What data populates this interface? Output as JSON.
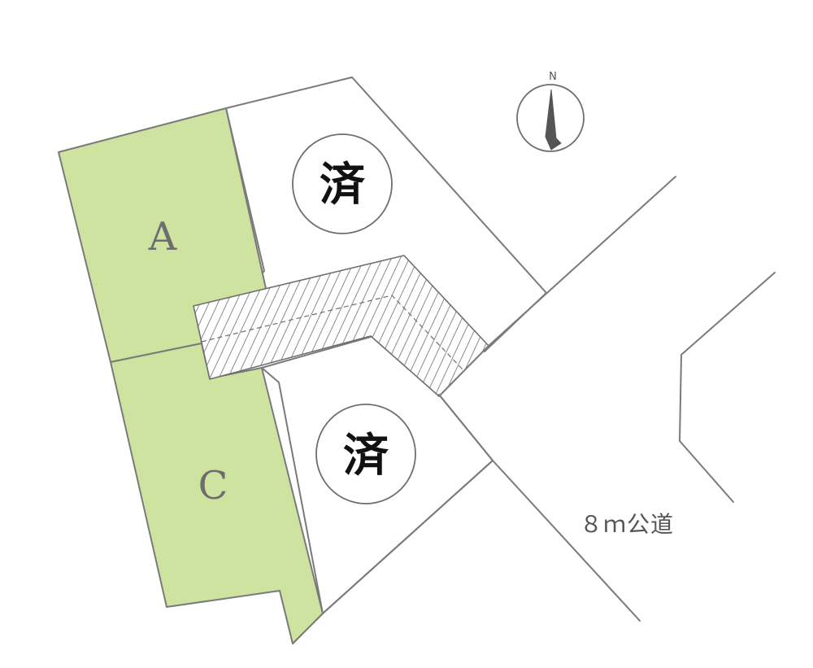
{
  "lots": {
    "a": {
      "label": "A",
      "status": "available",
      "color": "#cfe3a1"
    },
    "c": {
      "label": "C",
      "status": "available",
      "color": "#cfe3a1"
    },
    "upper_right": {
      "label": "済",
      "status": "sold"
    },
    "lower_right": {
      "label": "済",
      "status": "sold"
    }
  },
  "road": {
    "label": "８ｍ公道"
  },
  "compass": {
    "label": "N"
  },
  "driveway": {
    "pattern": "hatched"
  },
  "colors": {
    "available_fill": "#cfe3a1",
    "boundary": "#7a7a7a",
    "text": "#111111"
  }
}
